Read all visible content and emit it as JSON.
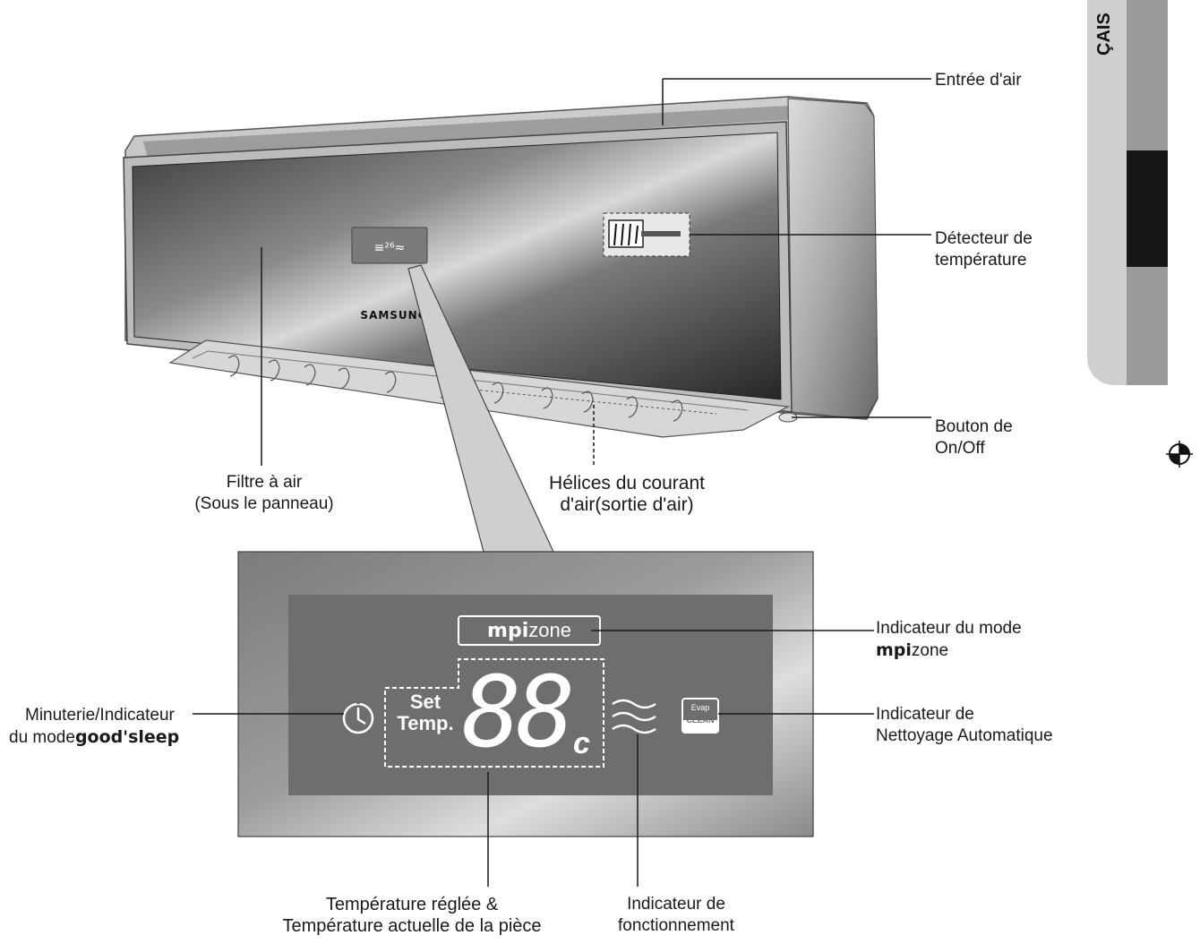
{
  "side_tab": {
    "text": "ÇAIS"
  },
  "unit": {
    "brand": "SAMSUNG",
    "mini_display": "≡²⁶≈"
  },
  "display": {
    "mode_badge": {
      "bold": "mpi",
      "thin": "zone"
    },
    "set_temp": {
      "line1": "Set",
      "line2": "Temp."
    },
    "digits": "88",
    "unit": "c",
    "evap": {
      "line1": "Evap",
      "line2": "CLEAN"
    }
  },
  "labels": {
    "air_inlet": "Entrée d'air",
    "temp_sensor": {
      "line1": "Détecteur de",
      "line2": "température"
    },
    "on_off": {
      "line1": "Bouton de",
      "line2": "On/Off"
    },
    "air_filter": {
      "line1": "Filtre à air",
      "line2": "(Sous le panneau)"
    },
    "airflow_blades": {
      "line1": "Hélices du courant",
      "line2": "d'air(sortie d'air)"
    },
    "mpi_mode": {
      "line1": "Indicateur du mode",
      "line2_bold": "mpi",
      "line2_thin": "zone"
    },
    "timer": {
      "line1": "Minuterie/Indicateur",
      "line2_prefix": "du mode",
      "line2_bold": "good'sleep"
    },
    "auto_clean": {
      "line1": "Indicateur de",
      "line2": "Nettoyage Automatique"
    },
    "set_room_temp": {
      "line1": "Température réglée &",
      "line2": "Température actuelle de la pièce"
    },
    "operation": {
      "line1": "Indicateur de",
      "line2": "fonctionnement"
    }
  },
  "colors": {
    "display_bg": "#6e6e6e",
    "panel_dark": "#2a2a2a",
    "display_text": "#ffffff"
  }
}
